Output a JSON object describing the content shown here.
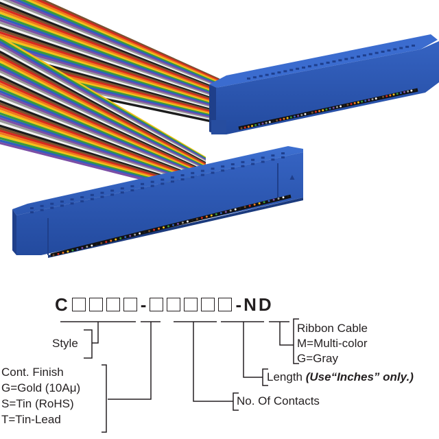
{
  "product_image": {
    "description": "Two IDC ribbon cable assemblies with blue connectors and multi-color ribbon",
    "connector_color": "#2f5db5",
    "wire_colors": [
      "#7a5230",
      "#d62a1f",
      "#f07a1e",
      "#f2c21b",
      "#3a9a3e",
      "#2f5fbf",
      "#7b4fa6",
      "#9b9b9b",
      "#f2f2f2",
      "#1c1c1c"
    ]
  },
  "part_number": {
    "prefix": "C",
    "group1_slots": 4,
    "separator1": "-",
    "group2_slots": 5,
    "suffix": "-ND"
  },
  "fields": {
    "style": {
      "title": "Style"
    },
    "finish": {
      "title": "Cont. Finish",
      "options": [
        "G=Gold (10Aμ)",
        "S=Tin (RoHS)",
        "T=Tin-Lead"
      ]
    },
    "contacts": {
      "title": "No. Of Contacts"
    },
    "length": {
      "title": "Length",
      "note": "(Use“Inches” only.)"
    },
    "ribbon": {
      "title": "Ribbon Cable",
      "options": [
        "M=Multi-color",
        "G=Gray"
      ]
    }
  }
}
